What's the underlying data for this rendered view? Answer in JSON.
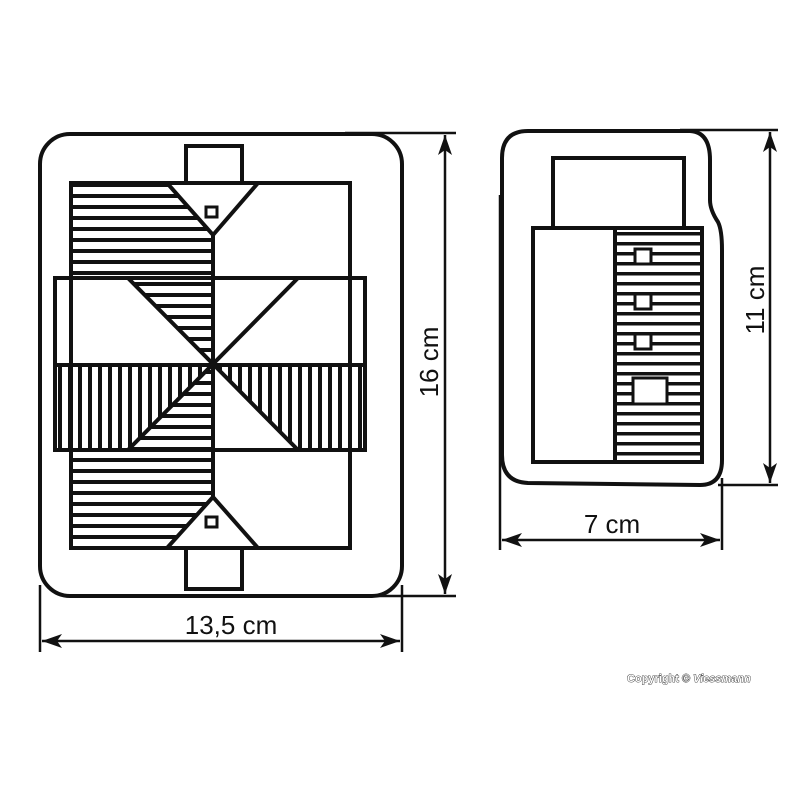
{
  "drawing": {
    "left_model": {
      "width_label": "13,5 cm",
      "height_label": "16 cm"
    },
    "right_model": {
      "width_label": "7 cm",
      "height_label": "11 cm"
    }
  },
  "copyright": {
    "prefix": "Copyright ©",
    "brand": "Viessmann"
  },
  "colors": {
    "ink": "#111111",
    "background": "#ffffff"
  }
}
